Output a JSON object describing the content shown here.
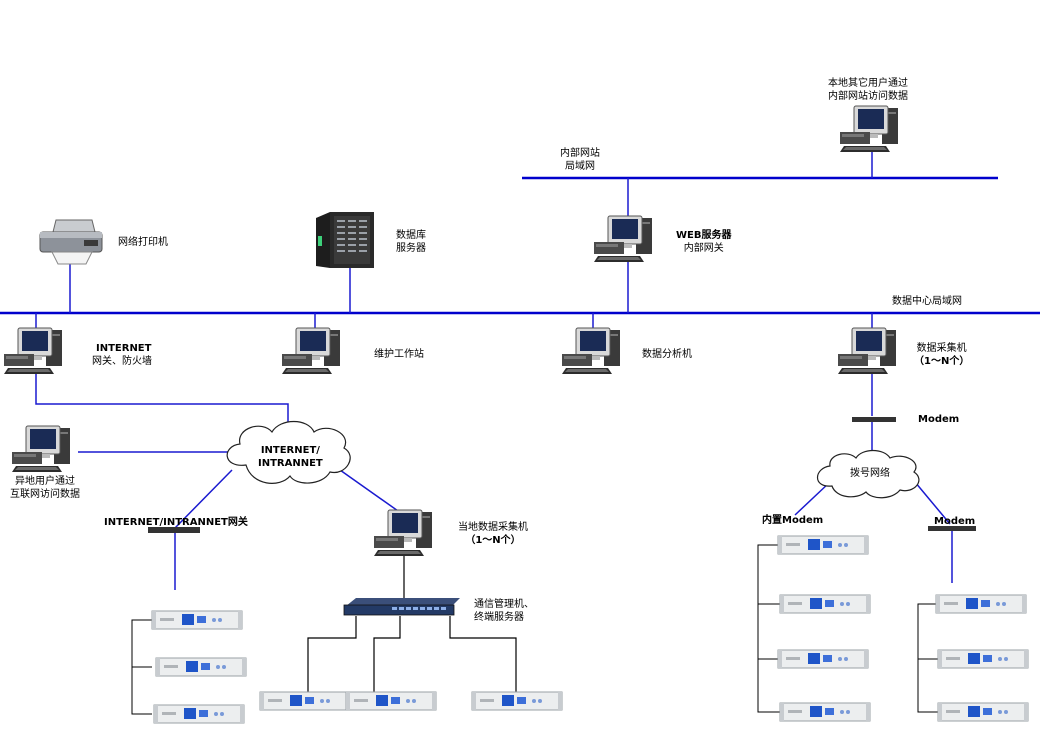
{
  "labels": {
    "intranet_lan_1": "内部网站",
    "intranet_lan_2": "局域网",
    "local_users_1": "本地其它用户通过",
    "local_users_2": "内部网站访问数据",
    "printer": "网络打印机",
    "db_1": "数据库",
    "db_2": "服务器",
    "web_1": "WEB服务器",
    "web_2": "内部网关",
    "dc_lan": "数据中心局域网",
    "inet_1": "INTERNET",
    "inet_2": "网关、防火墙",
    "maint": "维护工作站",
    "analysis": "数据分析机",
    "collector_1": "数据采集机",
    "collector_2": "（1～N个）",
    "modem_top": "Modem",
    "cloud_inet_1": "INTERNET/",
    "cloud_inet_2": "INTRANNET",
    "remote_1": "异地用户通过",
    "remote_2": "互联网访问数据",
    "gateway": "INTERNET/INTRANNET网关",
    "local_collector_1": "当地数据采集机",
    "local_collector_2": "（1～N个）",
    "comm_mgr_1": "通信管理机、",
    "comm_mgr_2": "终端服务器",
    "dialup": "拨号网络",
    "builtin_modem": "内置Modem",
    "modem_right": "Modem"
  },
  "colors": {
    "bus": "#0000cc",
    "link": "#1a1ad0",
    "black_wire": "#000000",
    "unit_body": "#e6e8ea",
    "unit_panel": "#1f55c8"
  }
}
